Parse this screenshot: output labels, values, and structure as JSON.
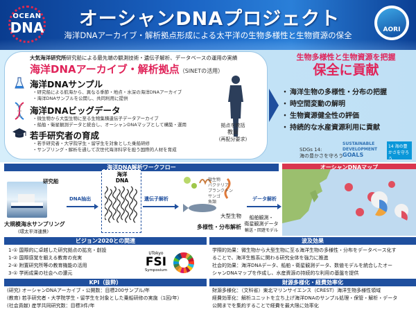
{
  "header": {
    "logo_line1": "OCEAN",
    "logo_line2": "DNA",
    "title": "オーシャンDNAプロジェクト",
    "subtitle": "海洋DNAアーカイブ・解析拠点形成による太平洋の生物多様性と生物資源の保全",
    "right_logo": "AORI"
  },
  "card": {
    "lead_bold": "大気海洋研究所",
    "lead_rest": "研究船による最先端の観測技術・遺伝子解析、データベースの運用の実績",
    "main_heading": "海洋DNAアーカイブ・解析拠点",
    "main_heading_sub": "（SINETの活用）",
    "sections": [
      {
        "title": "海洋DNAサンプル",
        "bullets": [
          "研究船による航海から、異なる季節・地点・水深の海洋DNAアーカイブ",
          "海洋DNAサンプルを公開し、共同利用に提供"
        ]
      },
      {
        "title": "海洋DNAビッグデータ",
        "bullets": [
          "微生物から大型生物に至る生物集積遺伝子データアーカイブ",
          "船舶・衛星観測データと統合し、オーシャンDNAマップとして構築・運用"
        ]
      },
      {
        "title": "若手研究者の育成",
        "bullets": [
          "若手研究者・大学院学生・留学生を対象とした乗船研修",
          "サンプリング・解析を通して次世代海洋科学を担う国際的人材を育成"
        ]
      }
    ],
    "person_label_1": "拠点を統括",
    "person_label_2": "教員",
    "person_label_3": "(再配分要求)"
  },
  "right": {
    "heading_small": "生物多様性と生物資源を把握",
    "heading_big": "保全に貢献",
    "items": [
      "海洋生物の多様性・分布の把握",
      "時空間変動の解明",
      "生物資源健全性の評価",
      "持続的な水産資源利用に貢献"
    ],
    "sdg_line1": "SDGs 14:",
    "sdg_line2": "海の豊かさを守ろう",
    "sdg_logo1": "SUSTAINABLE",
    "sdg_logo2": "DEVELOPMENT",
    "sdg_logo3": "GOALS",
    "sdg_badge": "14 海の豊かさを守ろう"
  },
  "workflow": {
    "bar_title": "海洋DNA解析ワークフロー",
    "ship_label": "研究船",
    "sampling_title": "大規模海水サンプリング",
    "sampling_sub": "(環太平洋連携)",
    "step_dna": "DNA抽出",
    "sample_caption_1": "海洋",
    "sample_caption_2": "DNA",
    "step_gene": "遺伝子解析",
    "organisms": [
      "微生物",
      "バクテリア",
      "プランクトン",
      "サンゴ",
      "魚類",
      "大型生物"
    ],
    "multi_label": "多様性・分布解析",
    "step_data": "データ解析",
    "obs_label_1": "船舶観測・",
    "obs_label_2": "衛星観測データ",
    "obs_label_3": "輸送・回遊モデル"
  },
  "map": {
    "bar_title": "オーシャンDNAマップ"
  },
  "vision": {
    "bar_title": "ビジョン2020との関連",
    "lines": [
      "1-① 国際的に卓越した研究拠点の拡充・創設",
      "1-② 国際感覚を鍛える教育の充実",
      "2-④ 附置研究所等の教育機能の活用",
      "3-① 学術成果の社会への還元"
    ],
    "fsi_1": "UTokyo",
    "fsi_2": "FSI",
    "fsi_3": "Symposium"
  },
  "kpi": {
    "bar_title": "KPI（抜粋）",
    "lines": [
      "(研究) オーシャンDNAアーカイブ・公開数：目標200サンプル/年",
      "(教育) 若手研究者・大学院学生・留学生を対象とした乗船研修の実施（1回/年）",
      "(社会貢献) 産学共同研究数：目標3件/年"
    ]
  },
  "effect": {
    "bar_title": "波及効果",
    "lines": [
      "学際的効果：微生物から大型生物に至る海洋生物の多様性・分布をデータベース化す",
      "ることで、海洋生態系に関わる研究全体を強力に推進",
      "社会的効果：海洋DNAデータ、船舶・衛星観測データ、数値モデルを統合したオー",
      "シャンDNAマップを作成し、水産資源の持続的な利用の基盤を提供"
    ]
  },
  "multi": {
    "bar_title": "財源多様化・経費効率化",
    "lines": [
      "財源多様化：（文科省）東北マリンサイエンス（CREST）海洋生物多様性領域",
      "経費効率化：解析ユニットを立ち上げ海洋DNAのサンプル処理・保管・解析・データ",
      "公開までを集約することで経費を最大限に効率化"
    ]
  },
  "colors": {
    "header_blue": "#1b64c4",
    "accent_red": "#e0245a",
    "bar_blue": "#1f4f9e",
    "top_bg": "#c3e2f6"
  }
}
